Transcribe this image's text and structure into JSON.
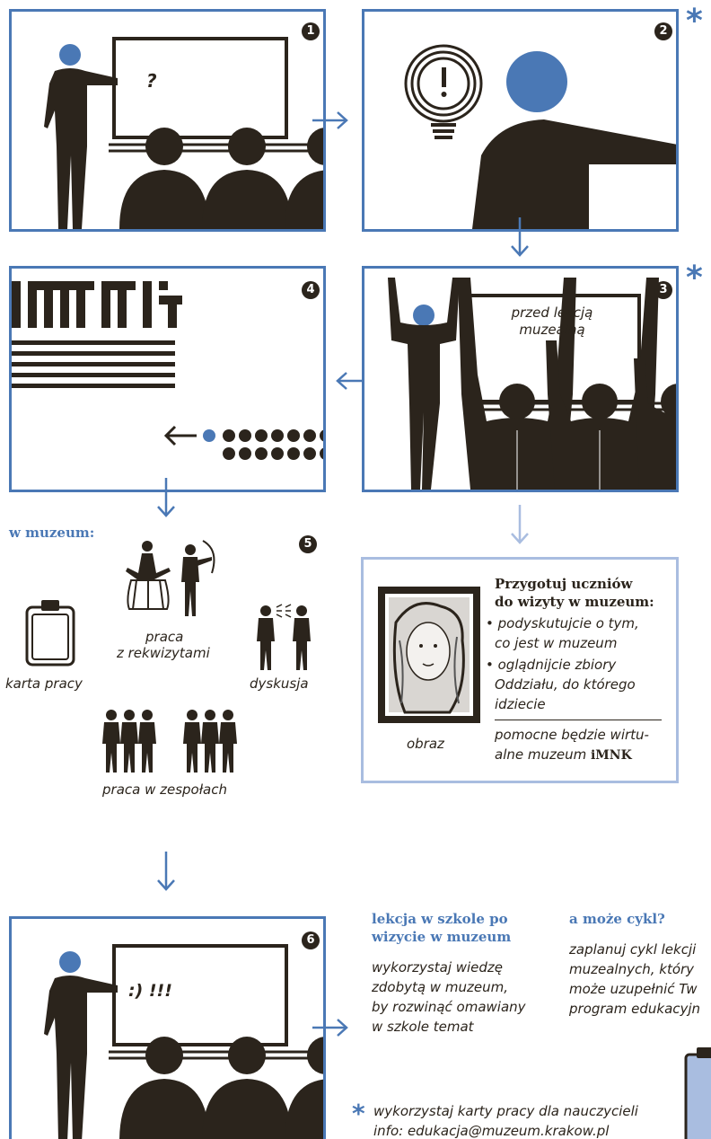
{
  "panels": {
    "p1": {
      "number": "1",
      "board_text": "?"
    },
    "p2": {
      "number": "2"
    },
    "p3": {
      "number": "3",
      "board_text_line1": "przed lekcją",
      "board_text_line2": "muzealną"
    },
    "p4": {
      "number": "4",
      "logo_text": "iMNK"
    },
    "p5": {
      "number": "5",
      "heading": "w muzeum:",
      "item_worksheet": "karta pracy",
      "item_props_line1": "praca",
      "item_props_line2": "z rekwizytami",
      "item_discussion": "dyskusja",
      "item_teams": "praca w zespołach"
    },
    "p6": {
      "number": "6",
      "board_text": ":) !!!"
    }
  },
  "prepare_box": {
    "title_line1": "Przygotuj uczniów",
    "title_line2": "do wizyty w muzeum:",
    "bullet1_line1": "• podyskutujcie o tym,",
    "bullet1_line2": "co jest w muzeum",
    "bullet2_line1": "• oglądnijcie zbiory",
    "bullet2_line2": "Oddziału, do którego",
    "bullet2_line3": "idziecie",
    "note_line1": "pomocne będzie wirtu-",
    "note_line2": "alne muzeum",
    "note_brand": "iMNK",
    "image_caption": "obraz"
  },
  "after_lesson": {
    "title_line1": "lekcja w szkole po",
    "title_line2": "wizycie w muzeum",
    "text_line1": "wykorzystaj wiedzę",
    "text_line2": "zdobytą w muzeum,",
    "text_line3": "by rozwinąć omawiany",
    "text_line4": "w szkole temat"
  },
  "cycle": {
    "title": "a może cykl?",
    "text_line1": "zaplanuj cykl lekcji",
    "text_line2": "muzealnych, który",
    "text_line3": "może uzupełnić Tw",
    "text_line4": "program edukacyjn"
  },
  "footnote": {
    "star": "*",
    "line1": "wykorzystaj karty pracy dla nauczycieli",
    "line2": "info: edukacja@muzeum.krakow.pl"
  },
  "colors": {
    "accent": "#4a78b5",
    "dark": "#2b241c",
    "light_accent": "#a9bde0"
  }
}
